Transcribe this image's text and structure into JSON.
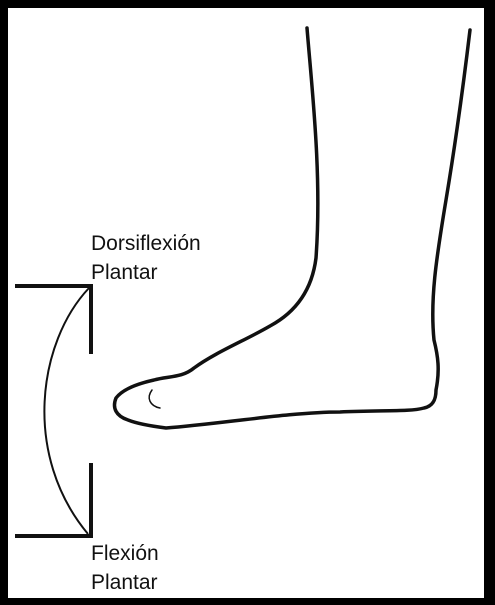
{
  "diagram": {
    "top_label": {
      "line1": "Dorsiflexión",
      "line2": "Plantar"
    },
    "bottom_label": {
      "line1": "Flexión",
      "line2": "Plantar"
    },
    "colors": {
      "frame": "#000000",
      "line": "#111111",
      "background": "#ffffff"
    }
  }
}
